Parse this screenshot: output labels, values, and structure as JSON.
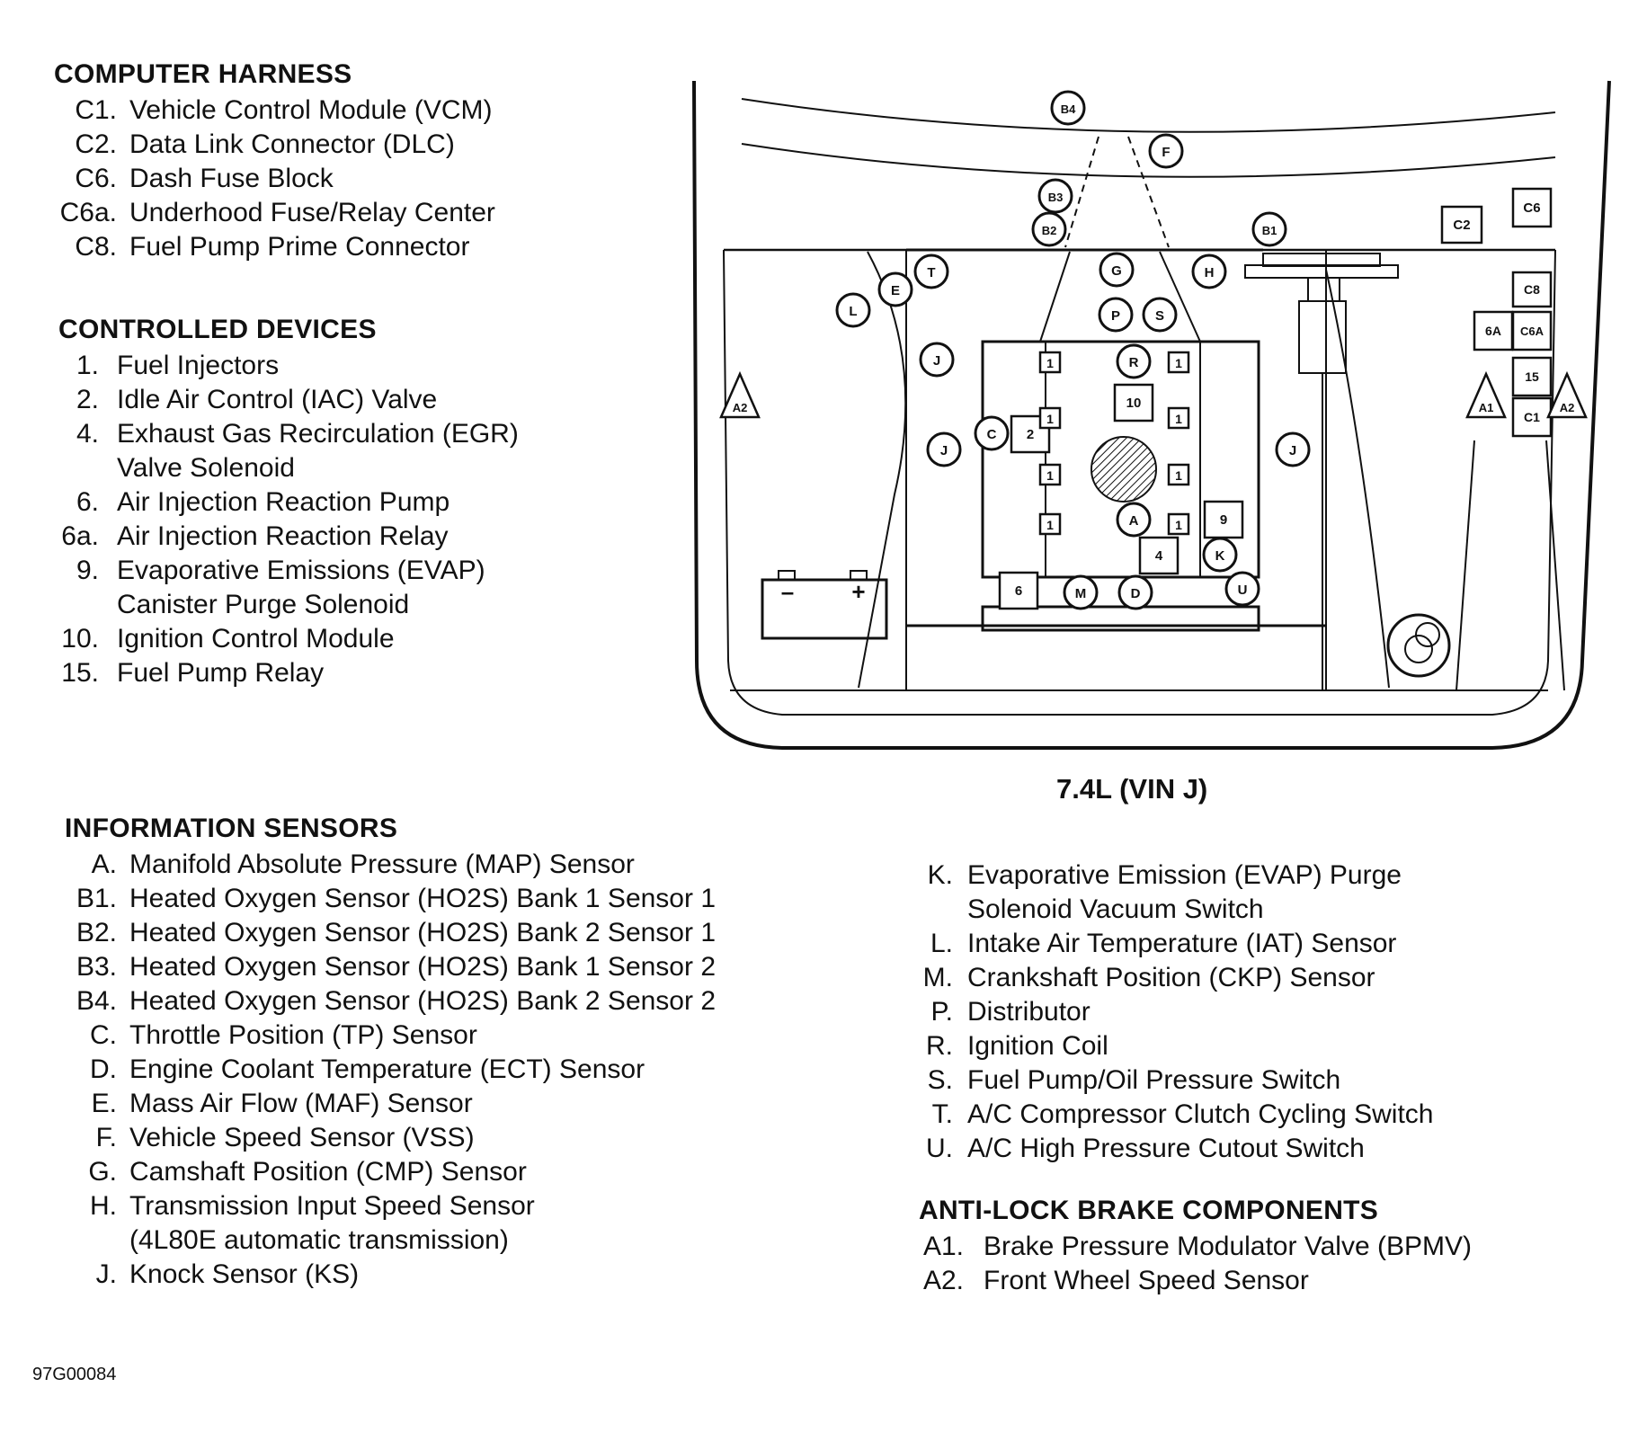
{
  "computer_harness": {
    "heading": "COMPUTER HARNESS",
    "items": [
      {
        "key": "C1.",
        "text": "Vehicle Control Module (VCM)"
      },
      {
        "key": "C2.",
        "text": "Data Link Connector (DLC)"
      },
      {
        "key": "C6.",
        "text": "Dash Fuse Block"
      },
      {
        "key": "C6a.",
        "text": "Underhood Fuse/Relay Center"
      },
      {
        "key": "C8.",
        "text": "Fuel Pump Prime Connector"
      }
    ]
  },
  "controlled_devices": {
    "heading": "CONTROLLED DEVICES",
    "items": [
      {
        "key": "1.",
        "text": "Fuel Injectors"
      },
      {
        "key": "2.",
        "text": "Idle Air Control (IAC) Valve"
      },
      {
        "key": "4.",
        "text": "Exhaust Gas Recirculation (EGR)\nValve Solenoid"
      },
      {
        "key": "6.",
        "text": "Air Injection Reaction Pump"
      },
      {
        "key": "6a.",
        "text": "Air Injection Reaction Relay"
      },
      {
        "key": "9.",
        "text": "Evaporative Emissions (EVAP)\nCanister Purge Solenoid"
      },
      {
        "key": "10.",
        "text": "Ignition Control Module"
      },
      {
        "key": "15.",
        "text": "Fuel Pump Relay"
      }
    ]
  },
  "information_sensors": {
    "heading": "INFORMATION SENSORS",
    "items": [
      {
        "key": "A.",
        "text": "Manifold Absolute Pressure (MAP) Sensor"
      },
      {
        "key": "B1.",
        "text": "Heated Oxygen Sensor (HO2S) Bank 1 Sensor 1"
      },
      {
        "key": "B2.",
        "text": "Heated Oxygen Sensor (HO2S) Bank 2 Sensor 1"
      },
      {
        "key": "B3.",
        "text": "Heated Oxygen Sensor (HO2S) Bank 1 Sensor 2"
      },
      {
        "key": "B4.",
        "text": "Heated Oxygen Sensor (HO2S) Bank 2 Sensor 2"
      },
      {
        "key": "C.",
        "text": "Throttle Position (TP) Sensor"
      },
      {
        "key": "D.",
        "text": "Engine Coolant Temperature (ECT) Sensor"
      },
      {
        "key": "E.",
        "text": "Mass Air Flow (MAF) Sensor"
      },
      {
        "key": "F.",
        "text": "Vehicle Speed Sensor (VSS)"
      },
      {
        "key": "G.",
        "text": "Camshaft Position (CMP) Sensor"
      },
      {
        "key": "H.",
        "text": "Transmission Input Speed Sensor\n(4L80E automatic transmission)"
      },
      {
        "key": "J.",
        "text": "Knock Sensor (KS)"
      }
    ]
  },
  "information_sensors_cont": {
    "items": [
      {
        "key": "K.",
        "text": "Evaporative Emission (EVAP) Purge\nSolenoid Vacuum Switch"
      },
      {
        "key": "L.",
        "text": "Intake Air Temperature (IAT) Sensor"
      },
      {
        "key": "M.",
        "text": "Crankshaft Position (CKP) Sensor"
      },
      {
        "key": "P.",
        "text": "Distributor"
      },
      {
        "key": "R.",
        "text": "Ignition Coil"
      },
      {
        "key": "S.",
        "text": "Fuel Pump/Oil Pressure Switch"
      },
      {
        "key": "T.",
        "text": "A/C Compressor Clutch Cycling Switch"
      },
      {
        "key": "U.",
        "text": "A/C High Pressure Cutout Switch"
      }
    ]
  },
  "abs_components": {
    "heading": "ANTI-LOCK BRAKE COMPONENTS",
    "items": [
      {
        "key": "A1.",
        "text": "Brake Pressure Modulator Valve (BPMV)"
      },
      {
        "key": "A2.",
        "text": "Front Wheel Speed Sensor"
      }
    ]
  },
  "diagram": {
    "caption": "7.4L (VIN J)",
    "circle_labels": {
      "B4": "B4",
      "F": "F",
      "B3": "B3",
      "B2": "B2",
      "B1": "B1",
      "T": "T",
      "E": "E",
      "L": "L",
      "G": "G",
      "H": "H",
      "P": "P",
      "S": "S",
      "R": "R",
      "J1": "J",
      "J2": "J",
      "J3": "J",
      "C": "C",
      "A": "A",
      "K": "K",
      "M": "M",
      "D": "D",
      "U": "U"
    },
    "box_labels": {
      "C2": "C2",
      "C6": "C6",
      "C8": "C8",
      "6A": "6A",
      "C6A": "C6A",
      "15": "15",
      "C1": "C1",
      "10": "10",
      "2": "2",
      "9": "9",
      "4": "4",
      "6": "6",
      "inj": "1"
    },
    "triangle_labels": {
      "A2L": "A2",
      "A1": "A1",
      "A2R": "A2"
    },
    "battery": {
      "minus": "–",
      "plus": "+"
    }
  },
  "figure_id": "97G00084"
}
